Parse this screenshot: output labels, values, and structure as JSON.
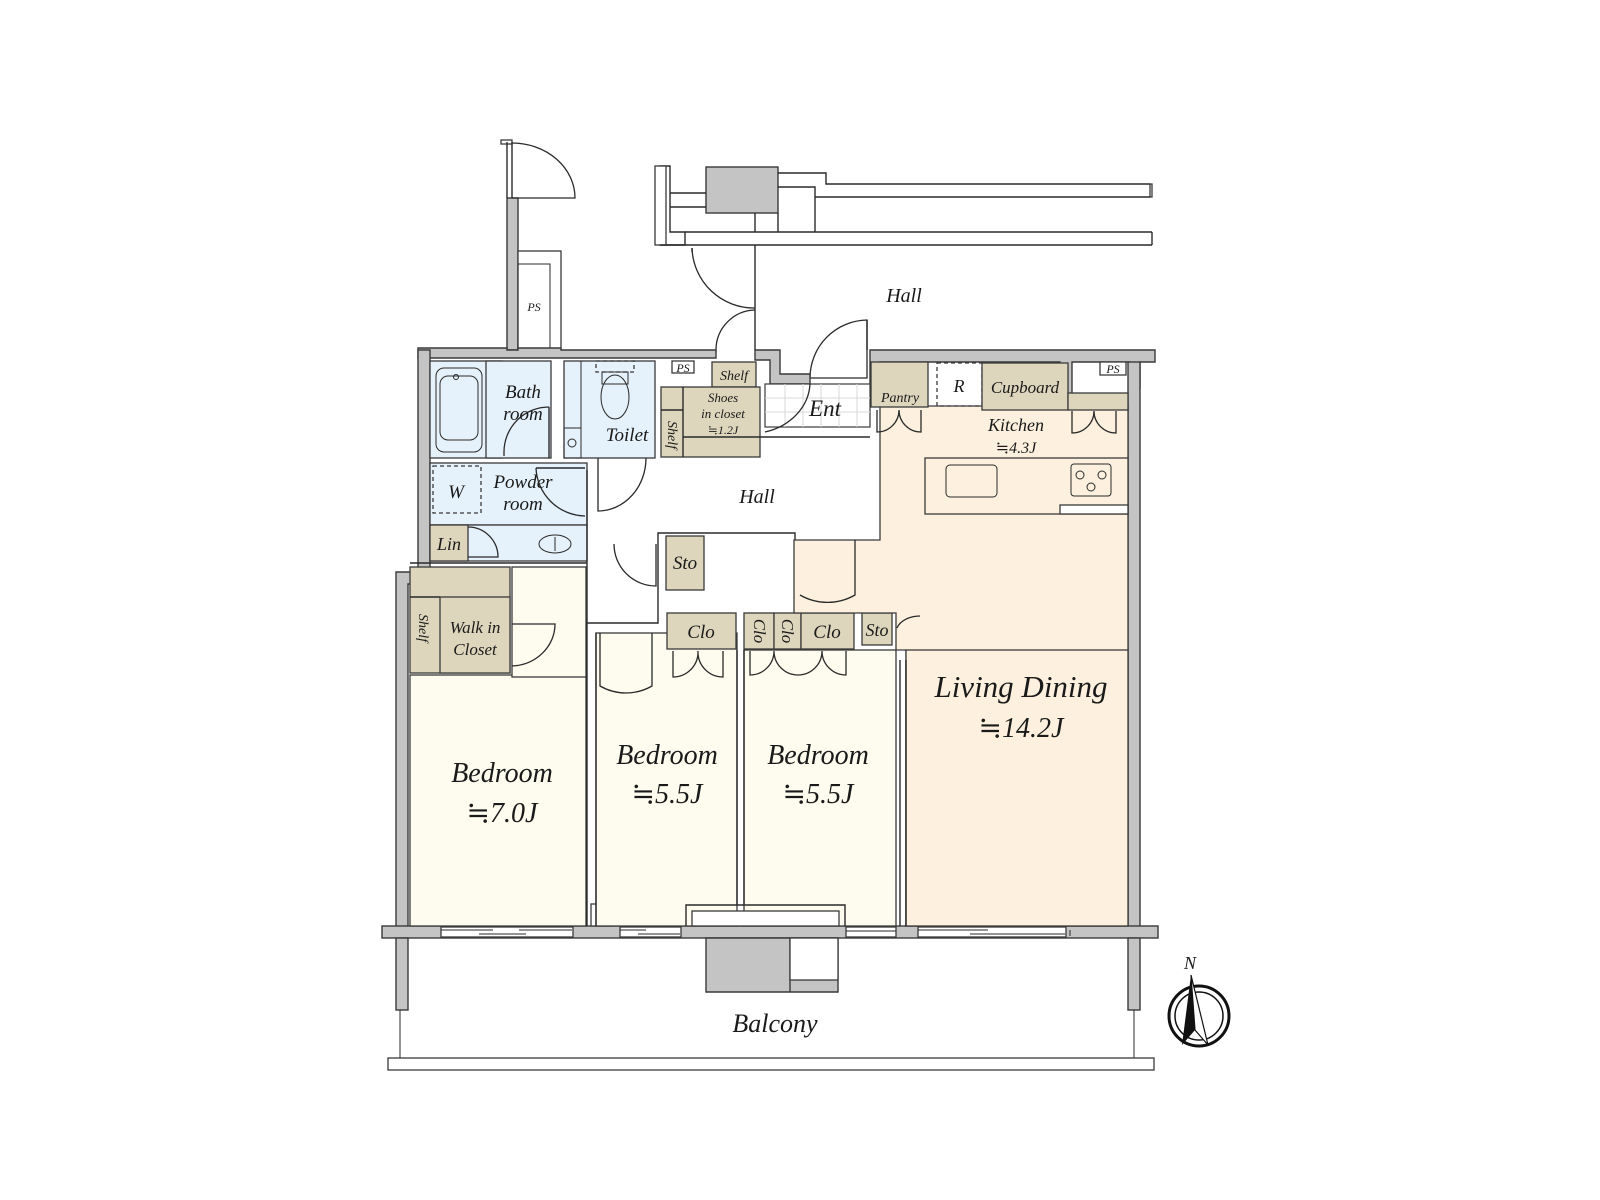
{
  "floorplan": {
    "rooms": {
      "living_dining": {
        "name": "Living Dining",
        "area": "≒14.2J"
      },
      "kitchen": {
        "name": "Kitchen",
        "area": "≒4.3J"
      },
      "bedroom_1": {
        "name": "Bedroom",
        "area": "≒7.0J"
      },
      "bedroom_2": {
        "name": "Bedroom",
        "area": "≒5.5J"
      },
      "bedroom_3": {
        "name": "Bedroom",
        "area": "≒5.5J"
      },
      "bath": {
        "line1": "Bath",
        "line2": "room"
      },
      "powder": {
        "line1": "Powder",
        "line2": "room"
      },
      "toilet": {
        "name": "Toilet"
      },
      "hall_inner": {
        "name": "Hall"
      },
      "hall_outer": {
        "name": "Hall"
      },
      "entrance": {
        "name": "Ent"
      },
      "balcony": {
        "name": "Balcony"
      }
    },
    "storage": {
      "shoes_closet": {
        "line1": "Shoes",
        "line2": "in closet",
        "area": "≒1.2J"
      },
      "shelf_top": "Shelf",
      "shelf_side": "Shelf",
      "shelf_wic": "Shelf",
      "walk_in_closet": {
        "line1": "Walk in",
        "line2": "Closet"
      },
      "linen": "Lin",
      "washer": "W",
      "sto_hall": "Sto",
      "sto_ldk": "Sto",
      "clo_bed2": "Clo",
      "clo_bed3_a": "Clo",
      "clo_bed3_b": "Clo",
      "clo_bed3_c": "Clo",
      "pantry": "Pantry",
      "refrigerator": "R",
      "cupboard": "Cupboard"
    },
    "utility": {
      "ps_1": "PS",
      "ps_2": "PS",
      "ps_3": "PS"
    },
    "compass": {
      "label": "N"
    },
    "colors": {
      "wall": "#c4c4c4",
      "storage": "#ddd5bc",
      "wet_area": "#e6f2fb",
      "bedroom": "#fdfcef",
      "living": "#fdf0de"
    }
  }
}
